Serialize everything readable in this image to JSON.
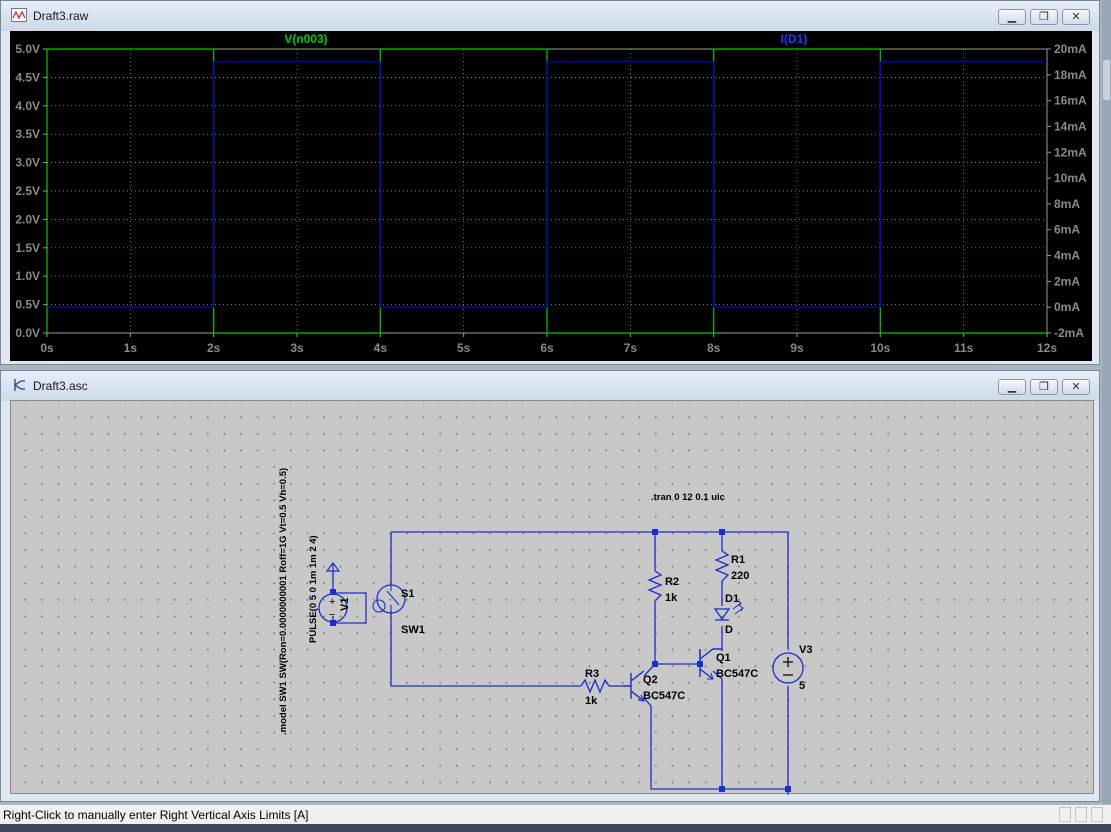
{
  "waveform_window": {
    "title": "Draft3.raw",
    "trace_v_label": "V(n003)",
    "trace_i_label": "I(D1)",
    "colors": {
      "trace_v": "#00cc00",
      "trace_i": "#0000d0",
      "background": "#000000",
      "grid": "#9a9a9a"
    }
  },
  "schematic_window": {
    "title": "Draft3.asc",
    "directive_tran": ".tran 0 12 0.1 uic",
    "directive_model": ".model SW1 SW(Ron=0.0000000001 Roff=1G Vt=0.5 Vh=0.5)",
    "v1_value": "PULSE(0 5 0 1m 1m 2 4)",
    "components": {
      "v1": {
        "name": "V1"
      },
      "s1": {
        "name": "S1",
        "value": "SW1"
      },
      "r1": {
        "name": "R1",
        "value": "220"
      },
      "r2": {
        "name": "R2",
        "value": "1k"
      },
      "r3": {
        "name": "R3",
        "value": "1k"
      },
      "d1": {
        "name": "D1",
        "value": "D"
      },
      "q1": {
        "name": "Q1",
        "value": "BC547C"
      },
      "q2": {
        "name": "Q2",
        "value": "BC547C"
      },
      "v3": {
        "name": "V3",
        "value": "5"
      }
    },
    "wire_color": "#1a2ecc"
  },
  "status_bar": {
    "text": "Right-Click to manually enter Right Vertical Axis Limits [A]"
  },
  "chart_data": {
    "type": "line",
    "xlabel": "",
    "x_ticks": [
      "0s",
      "1s",
      "2s",
      "3s",
      "4s",
      "5s",
      "6s",
      "7s",
      "8s",
      "9s",
      "10s",
      "11s",
      "12s"
    ],
    "xlim": [
      0,
      12
    ],
    "left_ticks": [
      "0.0V",
      "0.5V",
      "1.0V",
      "1.5V",
      "2.0V",
      "2.5V",
      "3.0V",
      "3.5V",
      "4.0V",
      "4.5V",
      "5.0V"
    ],
    "ylim_left": [
      0,
      5
    ],
    "right_ticks": [
      "-2mA",
      "0mA",
      "2mA",
      "4mA",
      "6mA",
      "8mA",
      "10mA",
      "12mA",
      "14mA",
      "16mA",
      "18mA",
      "20mA"
    ],
    "ylim_right": [
      -2,
      20
    ],
    "grid": true,
    "series": [
      {
        "name": "V(n003)",
        "axis": "left",
        "x": [
          0,
          0,
          2,
          2,
          4,
          4,
          6,
          6,
          8,
          8,
          10,
          10,
          12
        ],
        "y": [
          0,
          5,
          5,
          0,
          0,
          5,
          5,
          0,
          0,
          5,
          5,
          0,
          0
        ]
      },
      {
        "name": "I(D1)",
        "axis": "right",
        "x": [
          0,
          0,
          2,
          2,
          4,
          4,
          6,
          6,
          8,
          8,
          10,
          10,
          12
        ],
        "y": [
          0,
          0,
          0,
          19,
          19,
          0,
          0,
          19,
          19,
          0,
          0,
          19,
          19
        ]
      }
    ]
  }
}
